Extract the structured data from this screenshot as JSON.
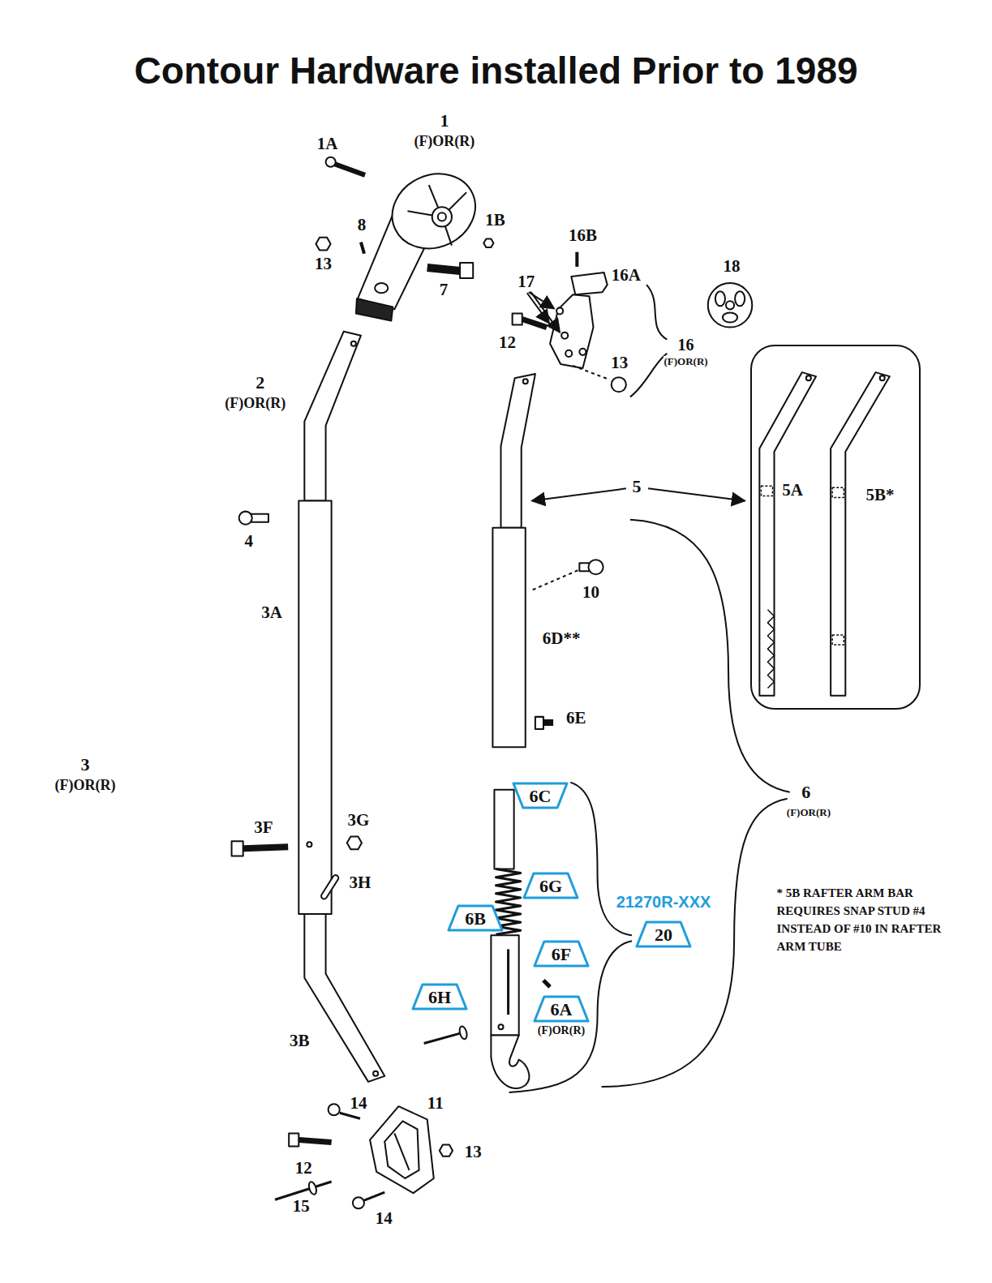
{
  "diagram": {
    "title": "Contour Hardware installed Prior to 1989",
    "nodes": [
      {
        "text": [
          "5A",
          "5B*"
        ]
      },
      {
        "text": [
          "6C"
        ]
      },
      {
        "text": [
          "6G"
        ]
      },
      {
        "text": [
          "21270R-XXX",
          "20"
        ]
      },
      {
        "text": [
          "6B"
        ]
      },
      {
        "text": [
          "6F"
        ]
      },
      {
        "text": [
          "6H"
        ]
      },
      {
        "text": [
          "6A",
          "(F)OR(R)"
        ]
      }
    ],
    "labels": [
      "1",
      "(F)OR(R)",
      "1A",
      "8",
      "1B",
      "13",
      "7",
      "16B",
      "16A",
      "17",
      "12",
      "13",
      "16",
      "(F)OR(R)",
      "18",
      "2",
      "(F)OR(R)",
      "5",
      "4",
      "10",
      "3A",
      "6D**",
      "6E",
      "3",
      "(F)OR(R)",
      "6",
      "(F)OR(R)",
      "3F",
      "3G",
      "3H",
      "3B",
      "14",
      "11",
      "12",
      "13",
      "15",
      "14",
      "* 5B RAFTER ARM BAR REQUIRES SNAP STUD #4 INSTEAD OF #10 IN RAFTER ARM TUBE"
    ]
  }
}
